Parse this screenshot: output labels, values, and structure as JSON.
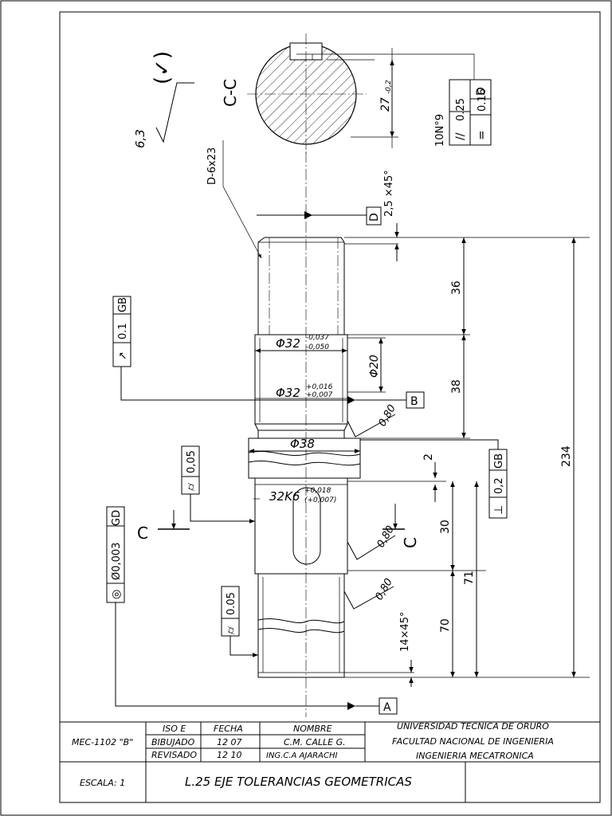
{
  "surface": {
    "roughness": "6,3",
    "symbol": "(✓)"
  },
  "section": {
    "label": "C-C",
    "keyway_depth": "27",
    "keyway_tol": "-0,2",
    "key_label": "10N°9",
    "parallel_sym": "//",
    "parallel_val": "0.25",
    "parallel_ref": "D",
    "sym_sym": "=",
    "sym_val": "0.16"
  },
  "spline": {
    "label": "D-6x23"
  },
  "chamfer_top": "2,5 ×45°",
  "datum_d": "D",
  "datum_b": "B",
  "datum_a": "A",
  "dims": {
    "d36": "36",
    "d38": "38",
    "d234": "234",
    "d2": "2",
    "d30": "30",
    "d71": "71",
    "d70": "70",
    "chamfer_bottom": "14×45°"
  },
  "diameters": {
    "phi32_a": "Φ32",
    "phi32_a_up": "-0,037",
    "phi32_a_low": "-0,050",
    "phi20": "Φ20",
    "phi32_b": "Φ32",
    "phi32_b_up": "+0,016",
    "phi32_b_low": "+0,007",
    "phi38": "Φ38",
    "k6": "32K6",
    "k6_up": "+0,018",
    "k6_low": "(+0,007)"
  },
  "roughness_marks": {
    "r1": "0,80",
    "r2": "0,80",
    "r3": "0,80"
  },
  "fcf": {
    "runout_sym": "↗",
    "runout_val": "0.1",
    "runout_ref": "GB",
    "cyl1_sym": "⌭",
    "cyl1_val": "0,05",
    "cyl2_sym": "⌭",
    "cyl2_val": "0.05",
    "conc_sym": "◎",
    "conc_val": "Ø0,003",
    "conc_ref": "GD",
    "perp_sym": "⊥",
    "perp_val": "0,2",
    "perp_ref": "GB"
  },
  "section_marks": {
    "left": "C",
    "right": "C"
  },
  "title_block": {
    "code": "MEC-1102 \"B\"",
    "iso": "ISO E",
    "fecha": "FECHA",
    "nombre": "NOMBRE",
    "dibujado": "BIBUJADO",
    "dib_fecha": "12 07",
    "dib_nombre": "C.M. CALLE G.",
    "revisado": "REVISADO",
    "rev_fecha": "12 10",
    "rev_nombre": "ING.C.A AJARACHI",
    "uni1": "UNIVERSIDAD TECNICA DE ORURO",
    "uni2": "FACULTAD NACIONAL DE INGENIERIA",
    "uni3": "INGENIERIA MECATRONICA",
    "escala": "ESCALA: 1",
    "title": "L.25 EJE TOLERANCIAS GEOMETRICAS"
  }
}
